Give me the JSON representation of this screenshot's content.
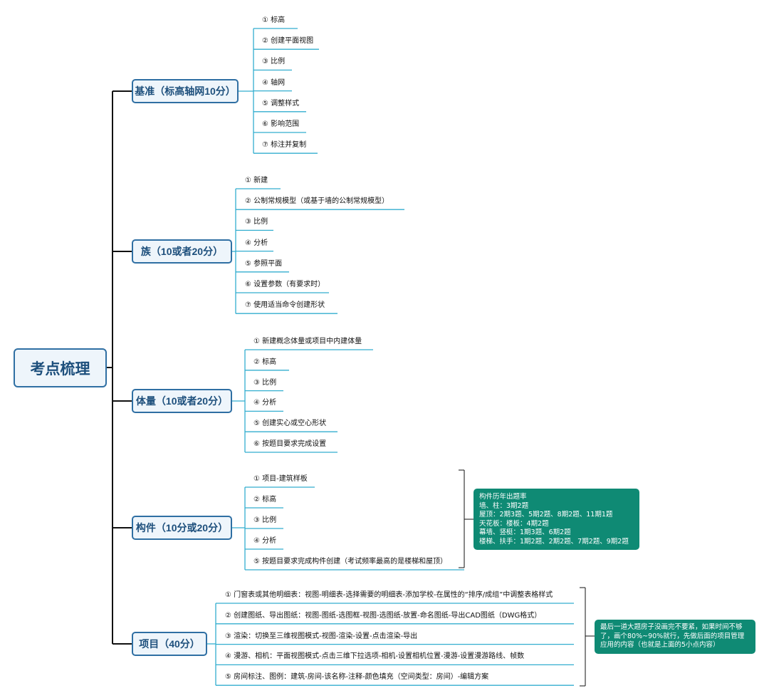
{
  "root": "考点梳理",
  "sections": [
    {
      "id": "benchmark",
      "title": "基准（标高轴网10分）",
      "items": [
        "① 标高",
        "② 创建平面视图",
        "③ 比例",
        "④ 轴网",
        "⑤ 调整样式",
        "⑥ 影响范围",
        "⑦ 标注并复制"
      ]
    },
    {
      "id": "family",
      "title": "族（10或者20分）",
      "items": [
        "① 新建",
        "② 公制常规模型（或基于墙的公制常规模型）",
        "③ 比例",
        "④ 分析",
        "⑤ 参照平面",
        "⑥ 设置参数（有要求时）",
        "⑦ 使用适当命令创建形状"
      ]
    },
    {
      "id": "mass",
      "title": "体量（10或者20分）",
      "items": [
        "① 新建概念体量或项目中内建体量",
        "② 标高",
        "③ 比例",
        "④ 分析",
        "⑤ 创建实心或空心形状",
        "⑥ 按题目要求完成设置"
      ]
    },
    {
      "id": "component",
      "title": "构件（10分或20分）",
      "items": [
        "① 项目-建筑样板",
        "② 标高",
        "③ 比例",
        "④ 分析",
        "⑤ 按题目要求完成构件创建（考试频率最高的是楼梯和屋顶）"
      ]
    },
    {
      "id": "project",
      "title": "项目（40分）",
      "items": [
        "① 门窗表或其他明细表：视图-明细表-选择需要的明细表-添加学校-在属性的“排序/成组”中调整表格样式",
        "② 创建图纸、导出图纸：视图-图纸-选图框-视图-选图纸-放置-命名图纸-导出CAD图纸（DWG格式）",
        "③ 渲染：切换至三维视图模式-视图-渲染-设置-点击渲染-导出",
        "④ 漫游、相机：平面视图模式-点击三维下拉选项-相机-设置相机位置-漫游-设置漫游路线、帧数",
        "⑤ 房间标注、图例：建筑-房间-该名称-注释-颜色填充（空间类型：房间）-编辑方案"
      ]
    }
  ],
  "notes": {
    "component": [
      "构件历年出题率",
      "墙、柱：3期2题",
      "屋顶：2期3题、5期2题、8期2题、11期1题",
      "天花板：楼板：4期2题",
      "幕墙、竖梃：1期3题、6期2题",
      "楼梯、扶手：1期2题、2期2题、7期2题、9期2题"
    ],
    "project": [
      "最后一道大题房子没画完不要紧，如果时间不够",
      "了，画个80%~90%就行，先做后面的项目管理",
      "应用的内容（也就是上面的5小点内容）"
    ]
  },
  "colors": {
    "trunk": "#111111",
    "leaf_line": "#33aecf",
    "box_border": "#2f6fa3",
    "box_fill": "#eef5fb",
    "note_fill": "#0f8a74"
  }
}
